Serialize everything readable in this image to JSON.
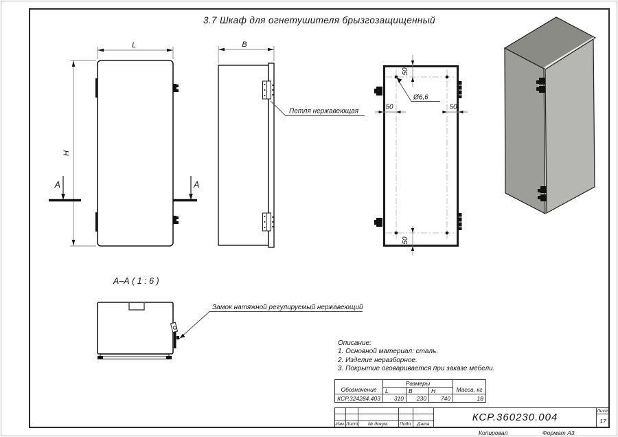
{
  "sheet": {
    "title": "3.7 Шкаф для огнетушителя брызгозащищенный",
    "doc_number": "КСР.360230.004",
    "sheet_label": "Лист",
    "sheet_number": "17",
    "copied_label": "Копировал",
    "format_label": "Формат А3"
  },
  "views": {
    "front": {
      "width_label": "L",
      "height_label": "H",
      "section_mark": "A"
    },
    "side": {
      "depth_label": "B",
      "hinge_label": "Петля нержавеющая"
    },
    "rear": {
      "offset_top": "50",
      "offset_left": "50",
      "offset_right": "50",
      "offset_bottom": "50",
      "hole_diameter": "Ø6,6"
    },
    "section": {
      "title": "А–А ( 1 : 6 )",
      "lock_label": "Замок натяжной регулируемый нержавеющий"
    }
  },
  "description": {
    "heading": "Описание:",
    "items": [
      "1. Основной материал: сталь.",
      "2. Изделие неразборное.",
      "3. Покрытие оговаривается при заказе мебели."
    ]
  },
  "dimensions_table": {
    "designation_header": "Обозначение",
    "sizes_header": "Размеры",
    "col_l": "L",
    "col_b": "B",
    "col_h": "H",
    "mass_header": "Масса, кг",
    "row": {
      "designation": "КСР.324284.403",
      "l": "310",
      "b": "230",
      "h": "740",
      "mass": "18"
    }
  },
  "title_block": {
    "labels": {
      "izm": "Изм.",
      "list": "Лист",
      "doc": "№ докум.",
      "podp": "Подп.",
      "data": "Дата"
    }
  },
  "colors": {
    "line": "#1a1a1a",
    "centerline": "#c2c2c2",
    "iso_top": "#8b8b86",
    "iso_side": "#9d9d99",
    "iso_door": "#b6b6b2"
  }
}
